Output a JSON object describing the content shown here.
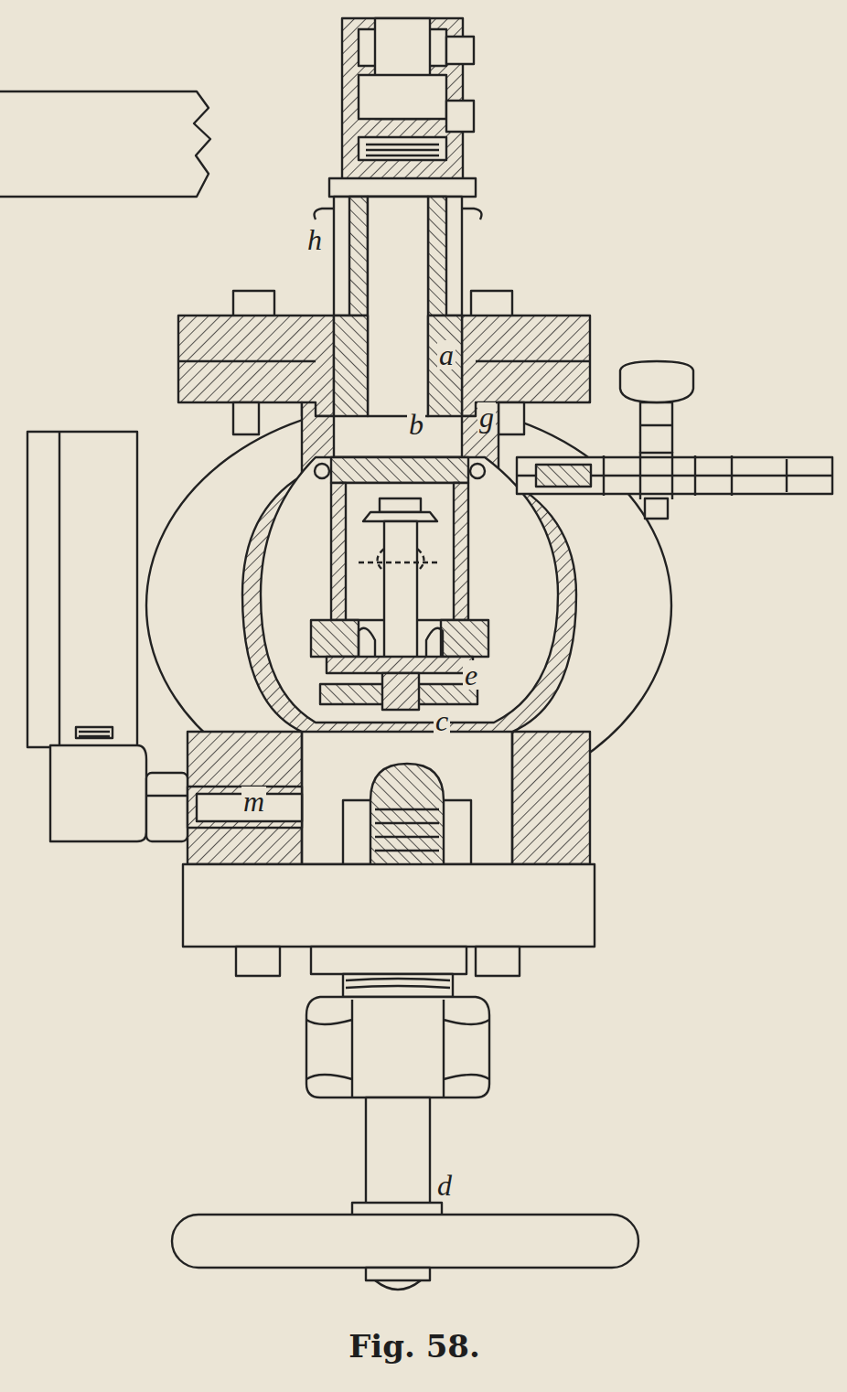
{
  "diagram": {
    "caption": "Fig. 58.",
    "labels": [
      "h",
      "a",
      "b",
      "g",
      "e",
      "c",
      "m",
      "d"
    ]
  }
}
